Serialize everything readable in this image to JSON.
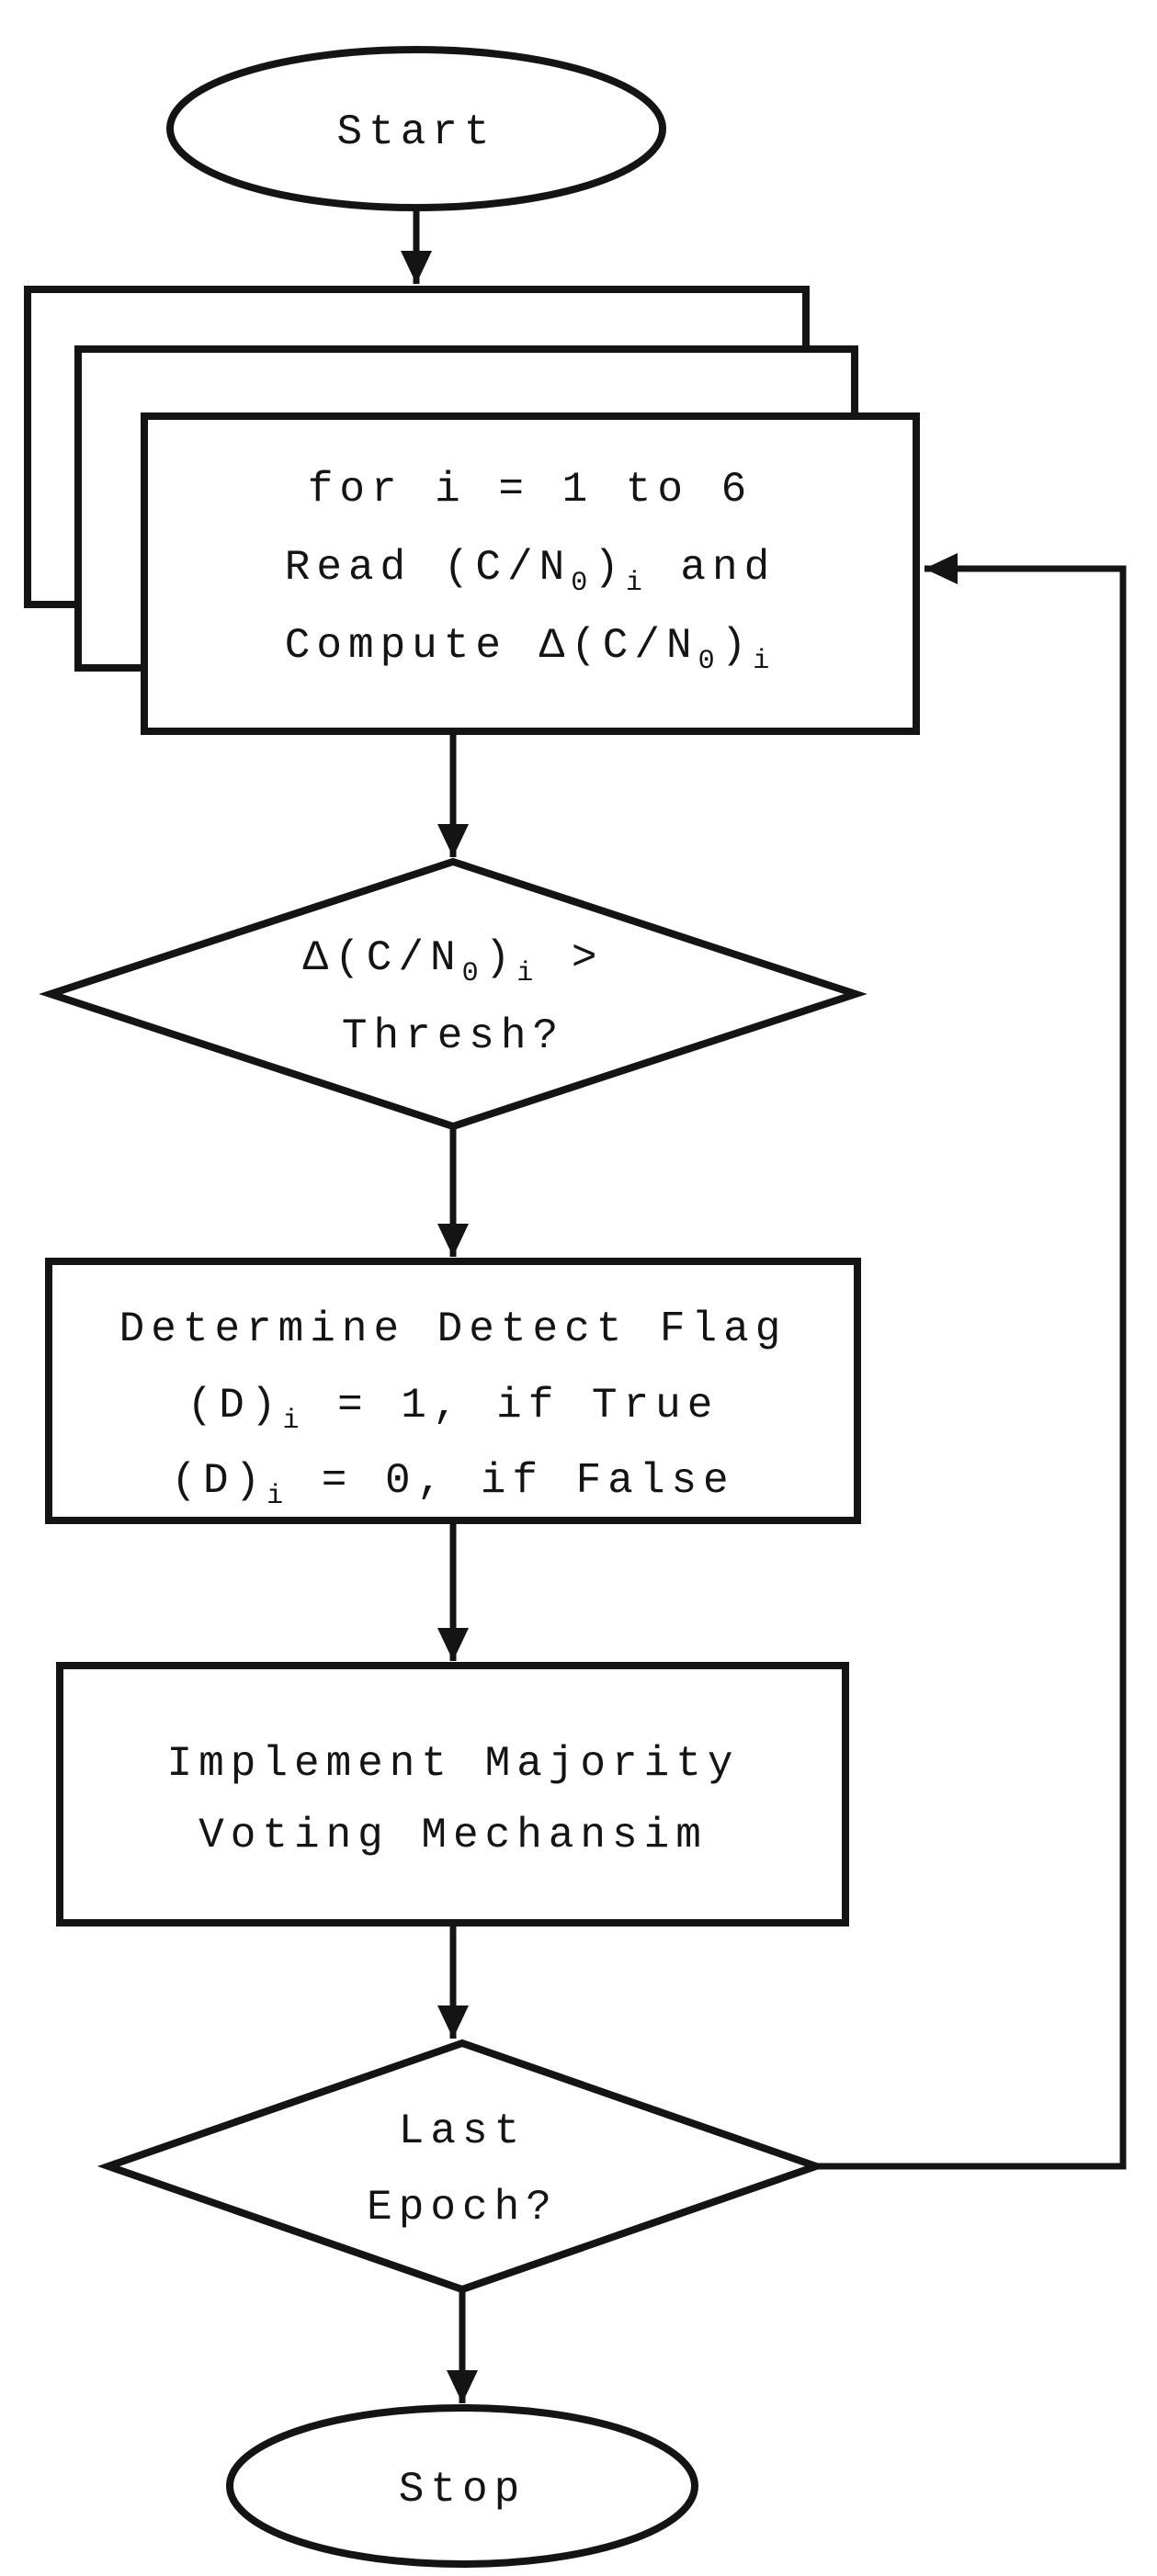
{
  "diagram": {
    "type": "flowchart",
    "background": "#ffffff",
    "line_color": "#141414",
    "shape_fill": "#ffffff",
    "text_color": "#141414",
    "nodes": [
      {
        "id": "start",
        "type": "terminator",
        "label": "Start"
      },
      {
        "id": "read-compute-loop",
        "type": "stacked-process",
        "lines": [
          [
            {
              "t": "for i = 1 to 6"
            }
          ],
          [
            {
              "t": "Read (C/N"
            },
            {
              "t": "0",
              "sub": true
            },
            {
              "t": ")"
            },
            {
              "t": "i",
              "sub": true
            },
            {
              "t": " and"
            }
          ],
          [
            {
              "t": "Compute Δ(C/N"
            },
            {
              "t": "0",
              "sub": true
            },
            {
              "t": ")"
            },
            {
              "t": "i",
              "sub": true
            }
          ]
        ]
      },
      {
        "id": "threshold-decision",
        "type": "decision",
        "lines": [
          [
            {
              "t": "Δ(C/N"
            },
            {
              "t": "0",
              "sub": true
            },
            {
              "t": ")"
            },
            {
              "t": "i",
              "sub": true
            },
            {
              "t": " >"
            }
          ],
          [
            {
              "t": "Thresh?"
            }
          ]
        ]
      },
      {
        "id": "determine-detect-flag",
        "type": "process",
        "lines": [
          [
            {
              "t": "Determine Detect Flag"
            }
          ],
          [
            {
              "t": "(D)"
            },
            {
              "t": "i",
              "sub": true
            },
            {
              "t": " = 1, if True"
            }
          ],
          [
            {
              "t": "(D)"
            },
            {
              "t": "i",
              "sub": true
            },
            {
              "t": " = 0, if False"
            }
          ]
        ]
      },
      {
        "id": "majority-voting",
        "type": "process",
        "lines": [
          [
            {
              "t": "Implement Majority"
            }
          ],
          [
            {
              "t": "Voting Mechansim"
            }
          ]
        ]
      },
      {
        "id": "last-epoch-decision",
        "type": "decision",
        "lines": [
          [
            {
              "t": "Last"
            }
          ],
          [
            {
              "t": "Epoch?"
            }
          ]
        ]
      },
      {
        "id": "stop",
        "type": "terminator",
        "label": "Stop"
      }
    ]
  }
}
